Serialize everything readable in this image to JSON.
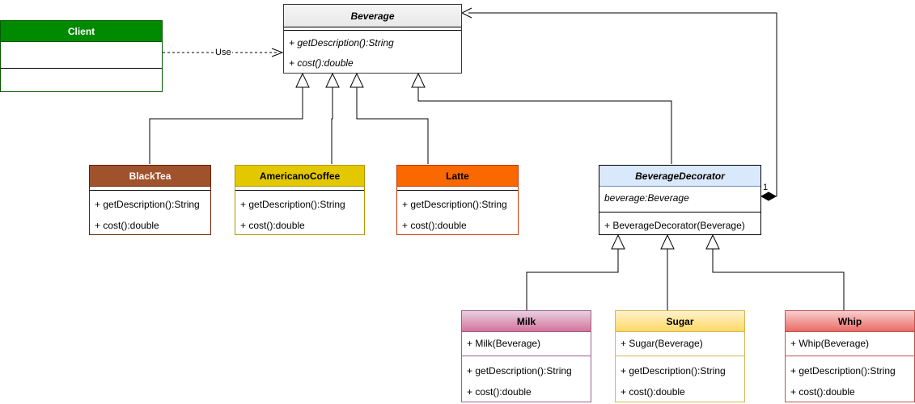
{
  "diagram": {
    "classes": {
      "client": {
        "name": "Client",
        "attributes": [],
        "methods": [],
        "fill": "#008a00",
        "header_text": "#ffffff",
        "border": "#005700"
      },
      "beverage": {
        "name": "Beverage",
        "abstract": true,
        "attributes": [],
        "methods": [
          "+ getDescription():String",
          "+ cost():double"
        ],
        "fill": "#eeeeee",
        "border": "#36393d"
      },
      "blacktea": {
        "name": "BlackTea",
        "methods": [
          "+ getDescription():String",
          "+ cost():double"
        ],
        "fill": "#a0522d",
        "header_text": "#ffffff",
        "border": "#6d1f00"
      },
      "americano": {
        "name": "AmericanoCoffee",
        "methods": [
          "+ getDescription():String",
          "+ cost():double"
        ],
        "fill": "#e3c800",
        "border": "#b09500"
      },
      "latte": {
        "name": "Latte",
        "methods": [
          "+ getDescription():String",
          "+ cost():double"
        ],
        "fill": "#fa6800",
        "border": "#c73500"
      },
      "decorator": {
        "name": "BeverageDecorator",
        "abstract": true,
        "attributes": [
          "beverage:Beverage"
        ],
        "methods": [
          "+ BeverageDecorator(Beverage)"
        ],
        "fill": "#dae8fc",
        "border": "#6c8ebf"
      },
      "milk": {
        "name": "Milk",
        "constructor": "+ Milk(Beverage)",
        "methods": [
          "+ getDescription():String",
          "+ cost():double"
        ],
        "fill": "#e6d0de",
        "border": "#996185"
      },
      "sugar": {
        "name": "Sugar",
        "constructor": "+ Sugar(Beverage)",
        "methods": [
          "+ getDescription():String",
          "+ cost():double"
        ],
        "fill": "#fff2cc",
        "border": "#d6b656"
      },
      "whip": {
        "name": "Whip",
        "constructor": "+ Whip(Beverage)",
        "methods": [
          "+ getDescription():String",
          "+ cost():double"
        ],
        "fill": "#f8cecc",
        "border": "#b85450"
      }
    },
    "relations": {
      "use_label": "Use",
      "aggregation_multiplicity": "1"
    }
  }
}
